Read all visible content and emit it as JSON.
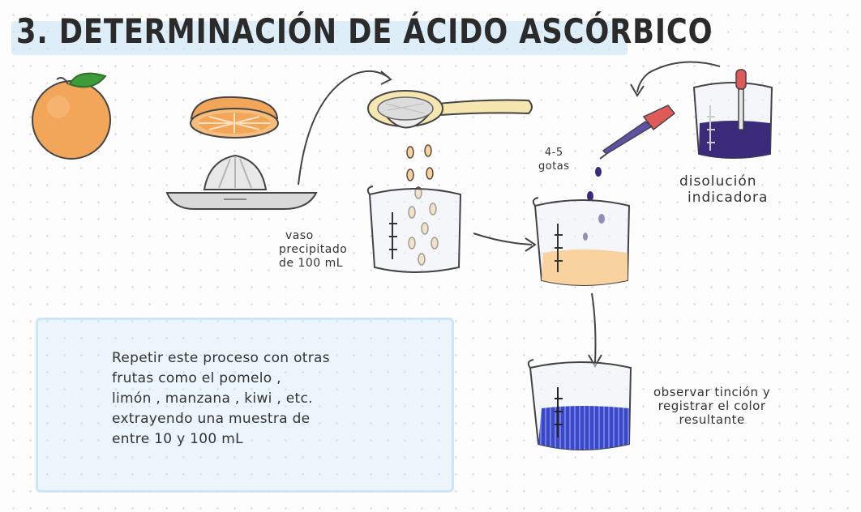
{
  "title": "3. DETERMINACIÓN DE ÁCIDO ASCÓRBICO",
  "labels": {
    "drops_line1": "4-5",
    "drops_line2": "gotas",
    "indicator_line1": "disolución",
    "indicator_line2": "indicadora",
    "beaker_line1": "vaso",
    "beaker_line2": "precipitado",
    "beaker_line3": "de  100 mL",
    "observe_line1": "observar tinción y",
    "observe_line2": "registrar el color",
    "observe_line3": "resultante"
  },
  "note": {
    "line1": "Repetir este proceso con otras",
    "line2": "frutas como el pomelo ,",
    "line3": "limón , manzana , kiwi , etc.",
    "line4": "extrayendo una muestra de",
    "line5": "entre  10  y  100 mL"
  },
  "colors": {
    "orange": "#f2a65a",
    "juice": "#f8d3a0",
    "indicator": "#3a2a7a",
    "result": "#3a48c8",
    "leaf": "#3f9a3a",
    "highlight": "#c4e2f5"
  },
  "icons": [
    "orange-fruit-icon",
    "orange-half-icon",
    "citrus-juicer-icon",
    "strainer-icon",
    "dropper-icon",
    "beaker-icon"
  ]
}
